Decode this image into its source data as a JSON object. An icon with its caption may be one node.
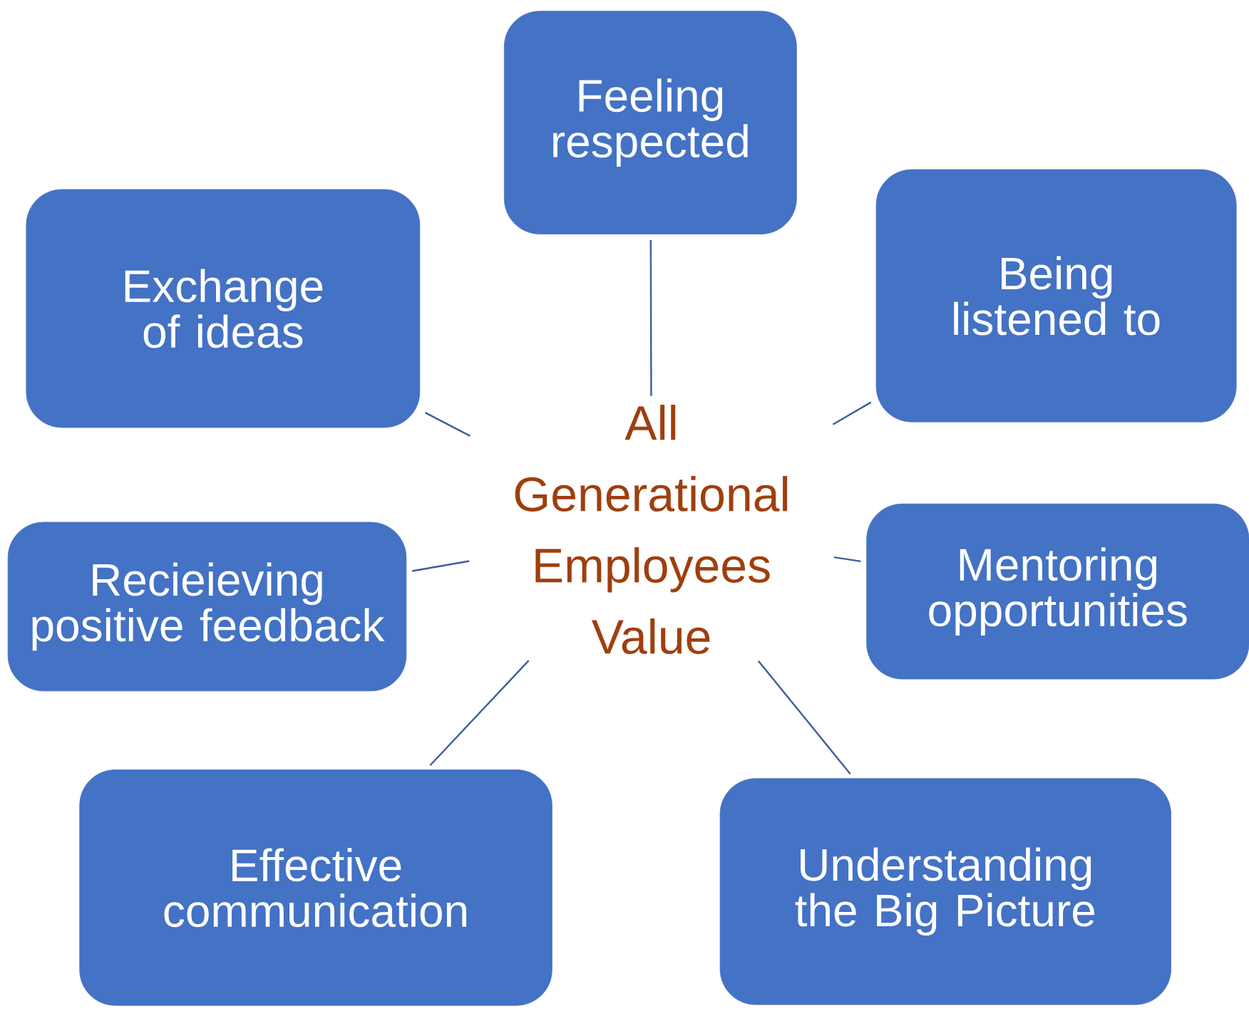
{
  "diagram": {
    "nodes": [
      {
        "text": [
          "Feeling respected"
        ]
      },
      {
        "text": [
          "Exchange of ideas"
        ]
      },
      {
        "text": [
          "Being listened to"
        ]
      },
      {
        "text": [
          "All Generational Employees Value"
        ]
      },
      {
        "text": [
          "Recieieving positive feedback"
        ]
      },
      {
        "text": [
          "Mentoring opportunities"
        ]
      },
      {
        "text": [
          "Effective communication"
        ]
      },
      {
        "text": [
          "Understanding the Big Picture"
        ]
      }
    ],
    "edges": [
      {
        "from": 3,
        "to": 0,
        "arrow": "none"
      },
      {
        "from": 3,
        "to": 1,
        "arrow": "none"
      },
      {
        "from": 3,
        "to": 2,
        "arrow": "none"
      },
      {
        "from": 3,
        "to": 4,
        "arrow": "none"
      },
      {
        "from": 3,
        "to": 5,
        "arrow": "none"
      },
      {
        "from": 3,
        "to": 6,
        "arrow": "none"
      },
      {
        "from": 3,
        "to": 7,
        "arrow": "none"
      }
    ]
  }
}
